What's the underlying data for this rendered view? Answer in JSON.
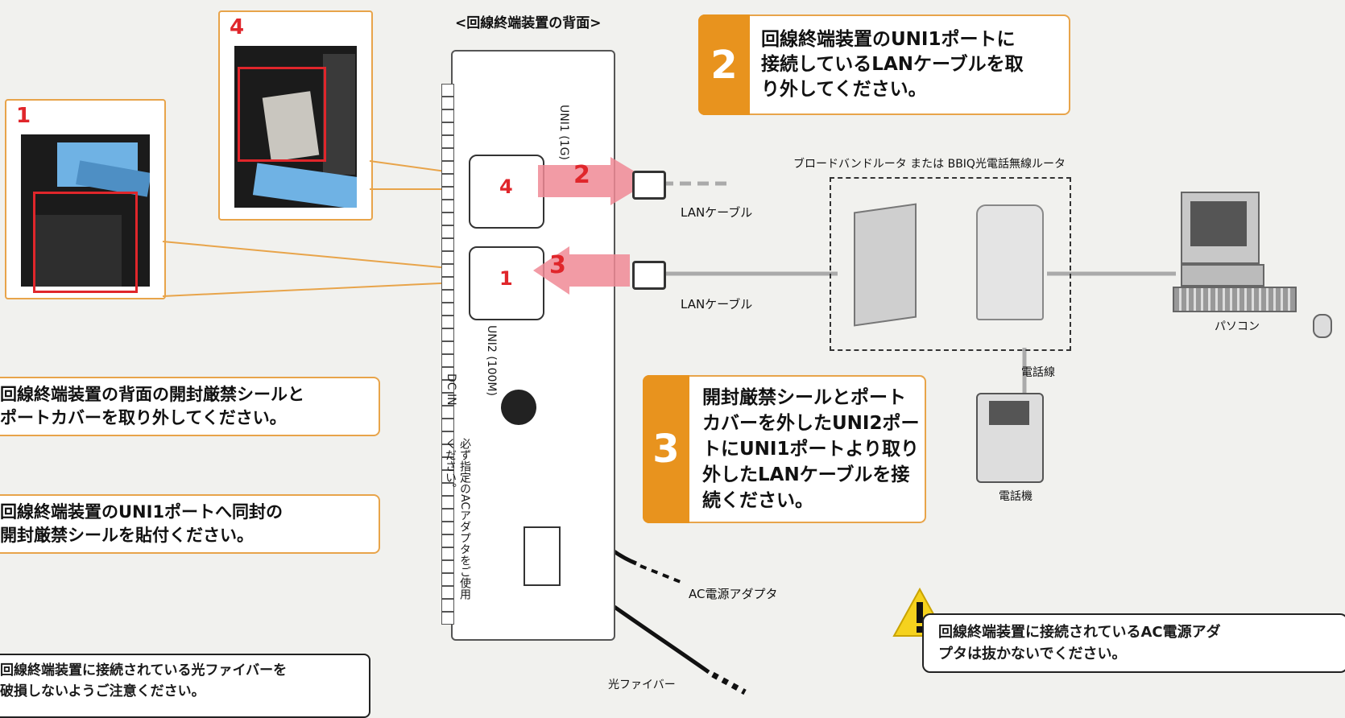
{
  "device_title": "<回線終端装置の背面>",
  "photo_labels": {
    "photo1": "1",
    "photo4": "4"
  },
  "device": {
    "uni1_label": "UNI1 (1G)",
    "uni2_label": "UNI2 (100M)",
    "dc_in_label": "DC IN",
    "adapter_note": "必ず指定のACアダプタをご使用ください。",
    "port_top_number": "4",
    "port_bottom_number": "1",
    "arrow_out_number": "2",
    "arrow_in_number": "3"
  },
  "steps": {
    "step2": {
      "number": "2",
      "lines": [
        "回線終端装置のUNI1ポートに",
        "接続しているLANケーブルを取",
        "り外してください。"
      ]
    },
    "step3": {
      "number": "3",
      "lines": [
        "開封厳禁シールとポート",
        "カバーを外したUNI2ポー",
        "トにUNI1ポートより取り",
        "外したLANケーブルを接",
        "続ください。"
      ]
    }
  },
  "notes": {
    "note1": [
      "回線終端装置の背面の開封厳禁シールと",
      "ポートカバーを取り外してください。"
    ],
    "note4": [
      "回線終端装置のUNI1ポートへ同封の",
      "開封厳禁シールを貼付ください。"
    ],
    "fiber_warning": [
      "回線終端装置に接続されている光ファイバーを",
      "破損しないようご注意ください。"
    ]
  },
  "labels": {
    "lan_cable_top": "LANケーブル",
    "lan_cable_bottom": "LANケーブル",
    "router_caption": "ブロードバンドルータ または BBIQ光電話無線ルータ",
    "pc": "パソコン",
    "phone_line": "電話線",
    "phone": "電話機",
    "ac_adapter": "AC電源アダプタ",
    "fiber": "光ファイバー"
  },
  "warning": {
    "lines": [
      "回線終端装置に接続されているAC電源アダ",
      "プタは抜かないでください。"
    ]
  },
  "colors": {
    "accent_orange": "#e8931e",
    "box_border": "#e8a44a",
    "highlight_red": "#e0262b",
    "arrow_pink": "#f08a95",
    "warning_yellow": "#f5d21e"
  }
}
